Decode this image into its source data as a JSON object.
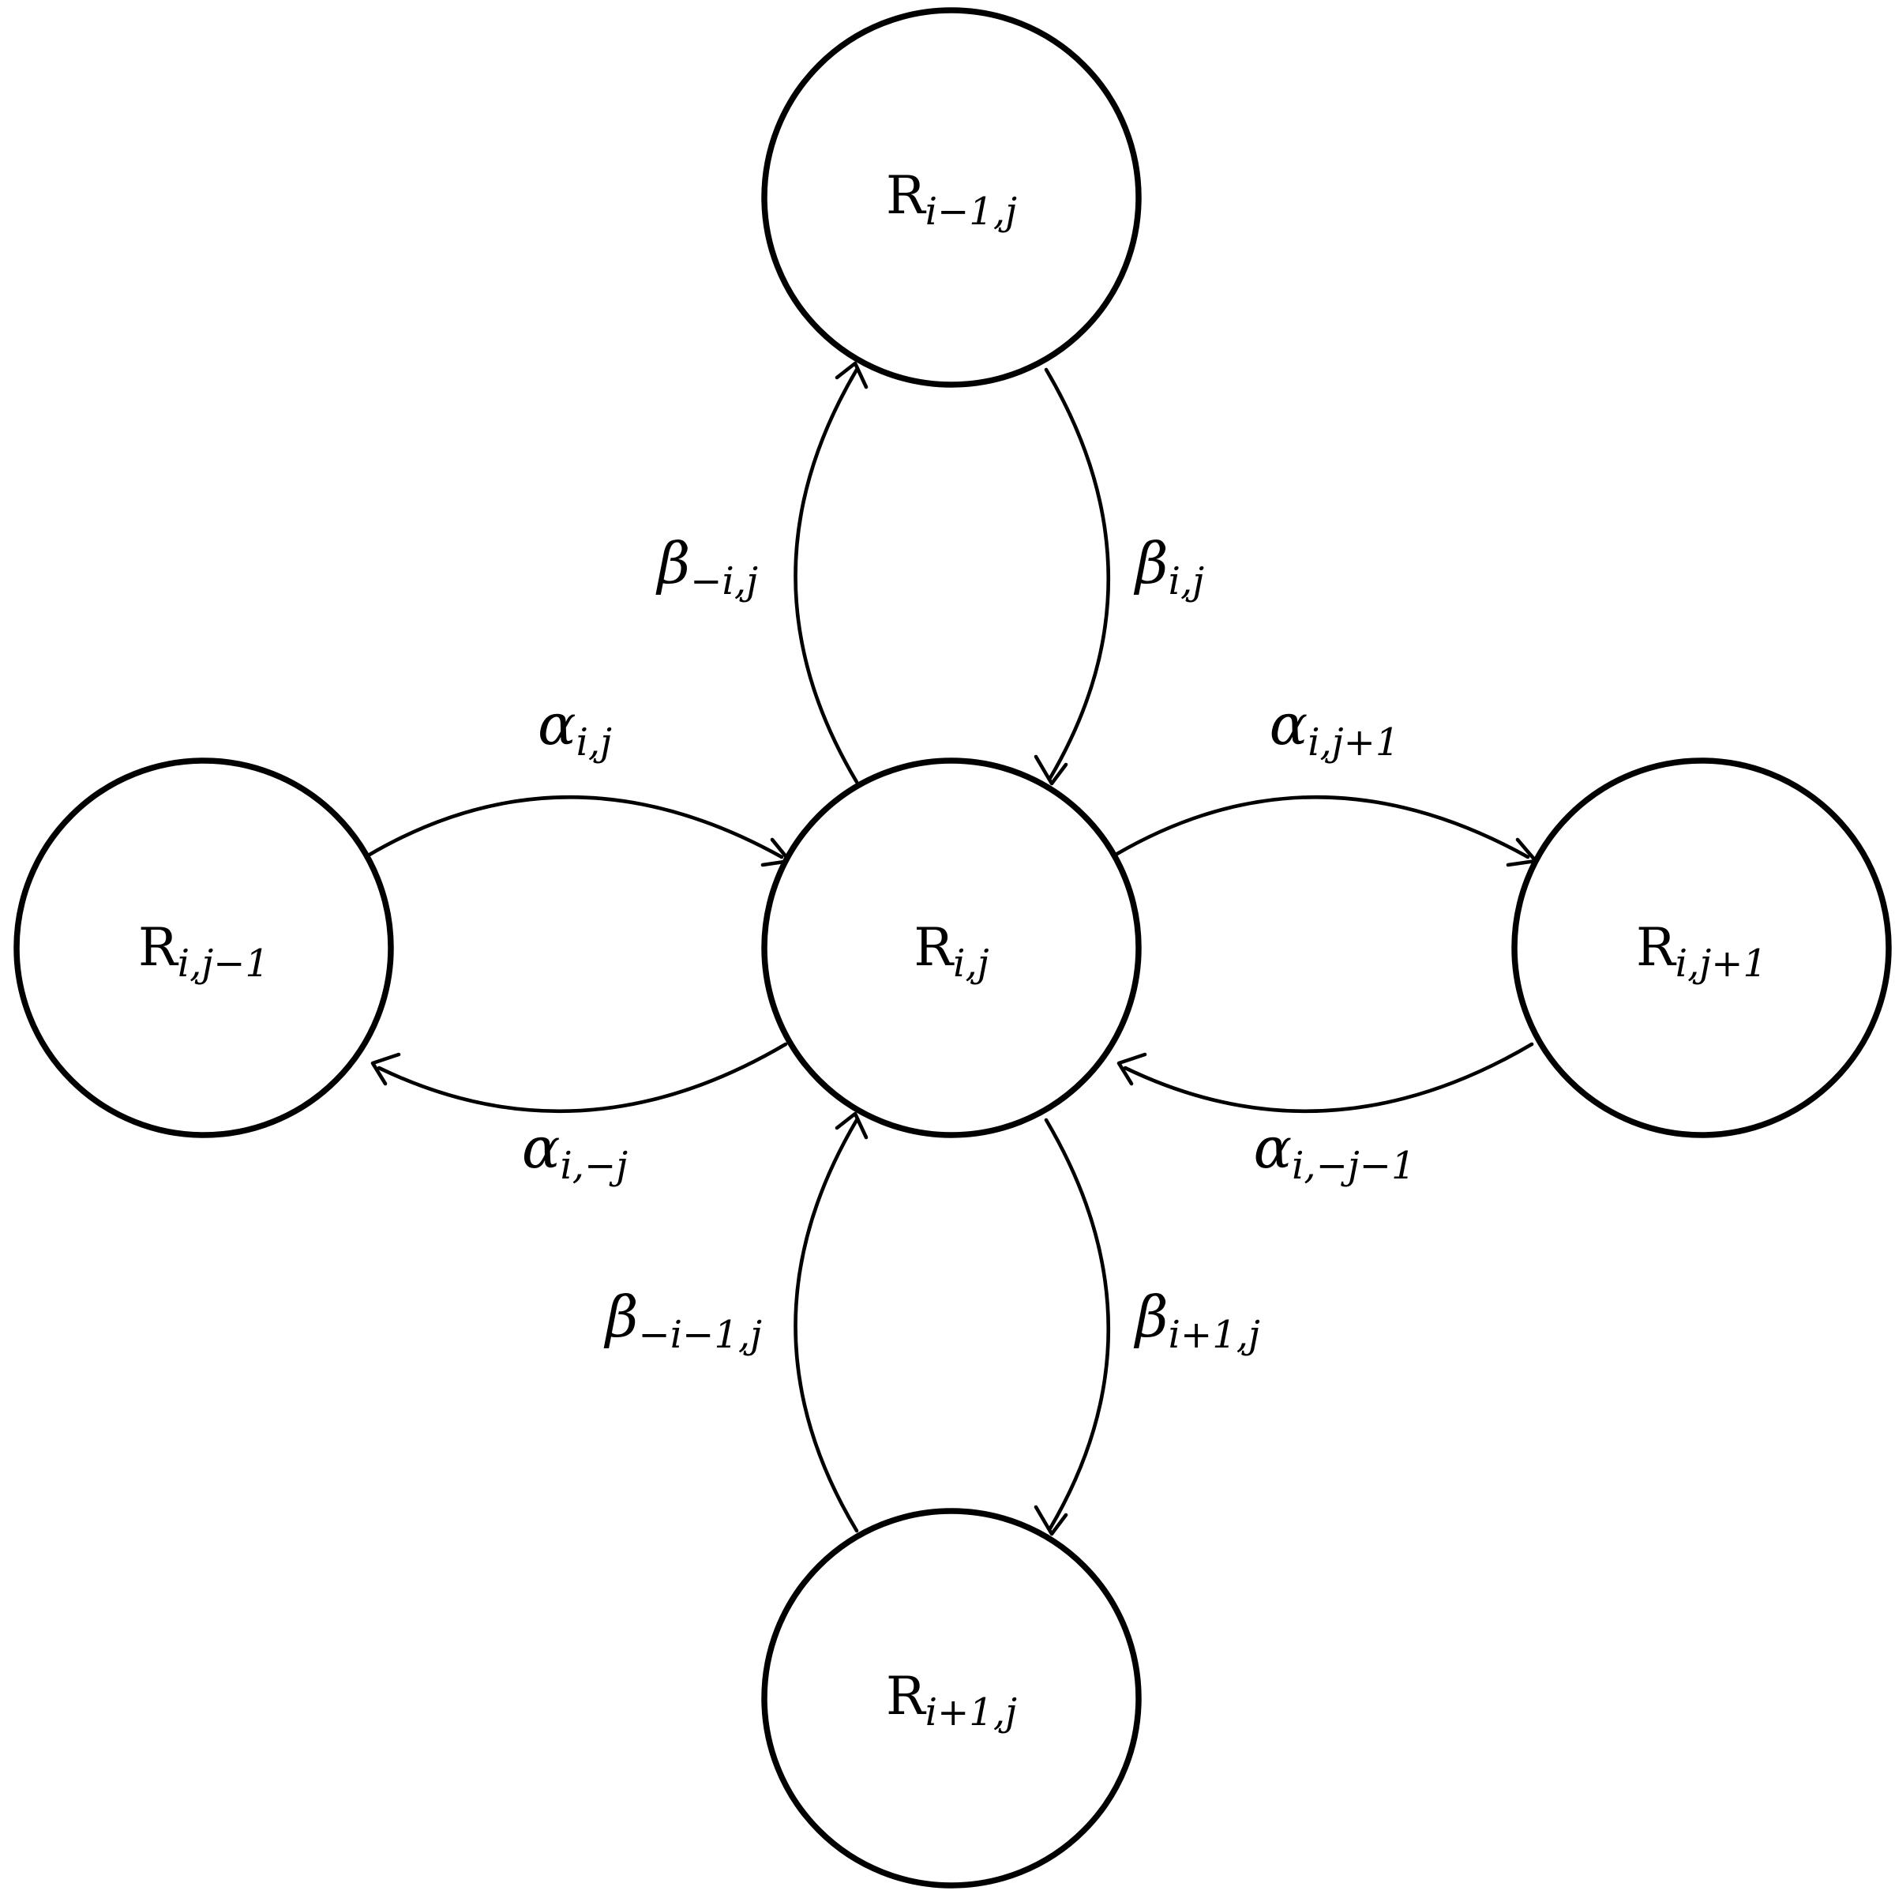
{
  "nodes": {
    "center": {
      "base": "R",
      "sub": "i,j"
    },
    "top": {
      "base": "R",
      "sub": "i−1,j"
    },
    "bottom": {
      "base": "R",
      "sub": "i+1,j"
    },
    "left": {
      "base": "R",
      "sub": "i,j−1"
    },
    "right": {
      "base": "R",
      "sub": "i,j+1"
    }
  },
  "edges": {
    "left_to_center": {
      "symbol": "α",
      "sub": "i,j"
    },
    "center_to_left": {
      "symbol": "α",
      "sub": "i,−j"
    },
    "center_to_right": {
      "symbol": "α",
      "sub": "i,j+1"
    },
    "right_to_center": {
      "symbol": "α",
      "sub": "i,−j−1"
    },
    "center_to_top": {
      "symbol": "β",
      "sub": "−i,j"
    },
    "top_to_center": {
      "symbol": "β",
      "sub": "i,j"
    },
    "bottom_to_center": {
      "symbol": "β",
      "sub": "−i−1,j"
    },
    "center_to_bottom": {
      "symbol": "β",
      "sub": "i+1,j"
    }
  }
}
